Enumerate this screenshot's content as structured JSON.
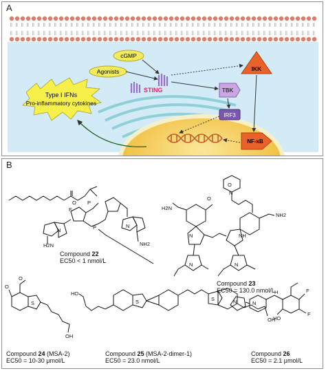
{
  "panel_a": {
    "letter": "A",
    "nodes": {
      "cgmp": "cGMP",
      "agonists": "Agonists",
      "sting": "STING",
      "ikk": "IKK",
      "tbk": "TBK",
      "irf3": "IRF3",
      "nfkb": "NF-κB",
      "ifn_line1": "Type Ⅰ IFNs",
      "ifn_line2": "Pro-inflammatory cytokines"
    },
    "colors": {
      "membrane": "#e07a6a",
      "cytoplasm": "#cfe8f5",
      "nucleus": "#f7d25a",
      "kinase": "#e8622a",
      "irf3": "#7a58b0",
      "tbk": "#caa6e2",
      "label_bubble": "#f2ec5a",
      "sting_text": "#e0266e"
    }
  },
  "panel_b": {
    "letter": "B",
    "compounds": [
      {
        "prefix": "Compound ",
        "number": "22",
        "suffix": "",
        "ec50": "EC50 < 1 nmol/L"
      },
      {
        "prefix": "Compound ",
        "number": "23",
        "suffix": "",
        "ec50": "EC50 = 130.0 nmol/L"
      },
      {
        "prefix": "Compound ",
        "number": "24",
        "suffix": " (MSA-2)",
        "ec50": "EC50 = 10-30 μmol/L"
      },
      {
        "prefix": "Compound ",
        "number": "25",
        "suffix": " (MSA-2-dimer-1)",
        "ec50": "EC50 = 23.0 nmol/L"
      },
      {
        "prefix": "Compound ",
        "number": "26",
        "suffix": "",
        "ec50": "EC50 = 2.1 μmol/L"
      }
    ],
    "atoms": {
      "F": "F",
      "O": "O",
      "P": "P",
      "N": "N",
      "S": "S",
      "NH2": "NH2",
      "H2N": "H2N",
      "HO": "HO",
      "OH": "OH",
      "H": "H",
      "NH": "NH"
    }
  }
}
